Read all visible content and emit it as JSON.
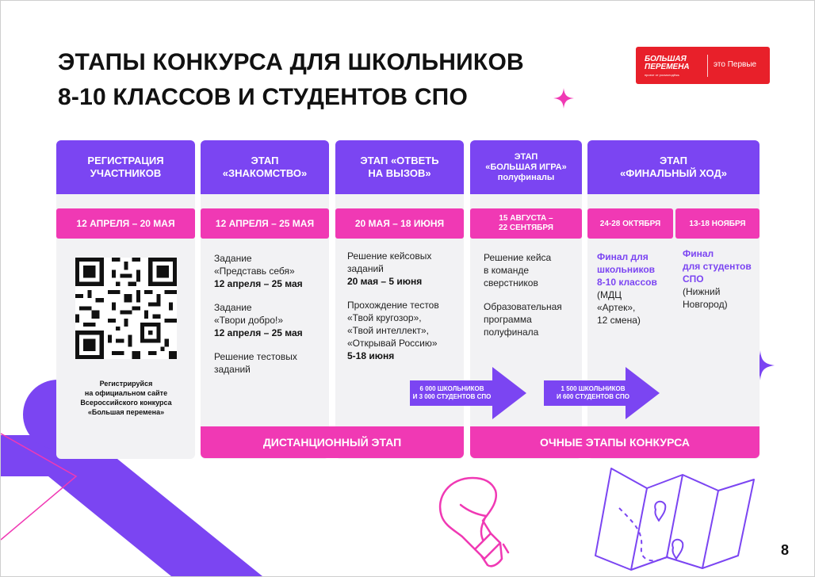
{
  "title": {
    "line1": "ЭТАПЫ КОНКУРСА ДЛЯ ШКОЛЬНИКОВ",
    "line2": "8-10 КЛАССОВ И СТУДЕНТОВ СПО"
  },
  "logo": {
    "name_line1": "БОЛЬШАЯ",
    "name_line2": "ПЕРЕМЕНА",
    "tagline": "проект от росмолодёжь",
    "slogan": "это Первые",
    "color": "#e8202a"
  },
  "colors": {
    "purple": "#7b45f2",
    "pink": "#f039b4",
    "card_bg": "#f2f2f4"
  },
  "stages": [
    {
      "head_line1": "РЕГИСТРАЦИЯ",
      "head_line2": "УЧАСТНИКОВ",
      "date": "12 АПРЕЛЯ – 20 МАЯ"
    },
    {
      "head_line1": "ЭТАП",
      "head_line2": "«ЗНАКОМСТВО»",
      "date": "12 АПРЕЛЯ – 25 МАЯ"
    },
    {
      "head_line1": "ЭТАП «ОТВЕТЬ",
      "head_line2": "НА ВЫЗОВ»",
      "date": "20 МАЯ – 18 ИЮНЯ"
    },
    {
      "head_line1": "ЭТАП",
      "head_line2": "«БОЛЬШАЯ ИГРА»",
      "head_line3": "полуфиналы",
      "date_line1": "15 АВГУСТА –",
      "date_line2": "22 СЕНТЯБРЯ"
    },
    {
      "head_line1": "ЭТАП",
      "head_line2": "«ФИНАЛЬНЫЙ ХОД»",
      "date_a": "24-28 ОКТЯБРЯ",
      "date_b": "13-18 НОЯБРЯ"
    }
  ],
  "registration": {
    "qr_icon": "qr-code",
    "cap1": "Регистрируйся",
    "cap2": "на официальном сайте",
    "cap3": "Всероссийского конкурса",
    "cap4": "«Большая перемена»"
  },
  "znakomstvo": {
    "t1a": "Задание",
    "t1b": "«Представь себя»",
    "t1c": "12 апреля – 25 мая",
    "t2a": "Задание",
    "t2b": "«Твори добро!»",
    "t2c": "12 апреля – 25 мая",
    "t3a": "Решение тестовых",
    "t3b": "заданий"
  },
  "vyzov": {
    "t1a": "Решение кейсовых",
    "t1b": "заданий",
    "t1c": "20 мая – 5 июня",
    "t2a": "Прохождение тестов",
    "t2b": "«Твой кругозор»,",
    "t2c": "«Твой интеллект»,",
    "t2d": "«Открывай Россию»",
    "t2e": "5-18 июня"
  },
  "igra": {
    "t1a": "Решение кейса",
    "t1b": "в команде",
    "t1c": "сверстников",
    "t2a": "Образовательная",
    "t2b": "программа",
    "t2c": "полуфинала"
  },
  "final": {
    "a1": "Финал для",
    "a2": "школьников",
    "a3": "8-10 классов",
    "a4": "(МДЦ",
    "a5": "«Артек»,",
    "a6": "12 смена)",
    "b1": "Финал",
    "b2": "для студентов",
    "b3": "СПО",
    "b4": "(Нижний",
    "b5": "Новгород)"
  },
  "arrows": [
    {
      "l1": "6 000 ШКОЛЬНИКОВ",
      "l2": "И 3 000 СТУДЕНТОВ СПО"
    },
    {
      "l1": "1 500 ШКОЛЬНИКОВ",
      "l2": "И 600 СТУДЕНТОВ СПО"
    }
  ],
  "bars": {
    "remote": "ДИСТАНЦИОННЫЙ ЭТАП",
    "offline": "ОЧНЫЕ ЭТАПЫ КОНКУРСА"
  },
  "page_number": "8"
}
